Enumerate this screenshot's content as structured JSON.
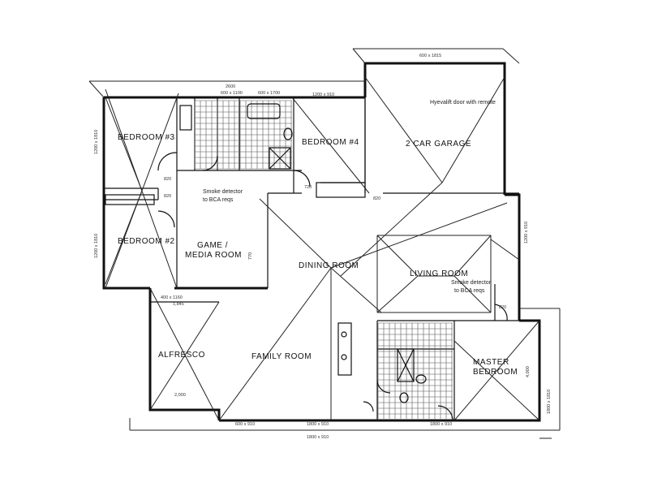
{
  "rooms": {
    "bedroom3": "BEDROOM #3",
    "bedroom4": "BEDROOM #4",
    "garage": "2 CAR GARAGE",
    "garage_note": "Hyevalift door with remote",
    "bedroom2": "BEDROOM #2",
    "game_line1": "GAME /",
    "game_line2": "MEDIA ROOM",
    "smoke1_line1": "Smoke detector",
    "smoke1_line2": "to BCA reqs",
    "dining": "DINING ROOM",
    "living": "LIVING ROOM",
    "smoke2_line1": "Smoke detector",
    "smoke2_line2": "to BCA reqs",
    "alfresco": "ALFRESCO",
    "family": "FAMILY ROOM",
    "master_line1": "MASTER",
    "master_line2": "BEDROOM"
  },
  "dimensions": {
    "top_overall": "2600",
    "top_a": "600 x 1100",
    "top_b": "600 x 1700",
    "top_c": "1200 x 910",
    "garage_top": "600 x 1815",
    "left_a": "1200 x 1810",
    "left_b": "1200 x 1810",
    "alfresco_top": "400 x 1160",
    "alfresco_w": "1,845",
    "alfresco_bottom": "2,000",
    "bottom_a": "600 x 910",
    "bottom_b": "1800 x 910",
    "bottom_c": "1800 x 910",
    "bottom_d": "1800 x 910",
    "right_a": "1200 x 910",
    "right_b": "1800 x 1810",
    "right_c": "4,000",
    "door_820a": "820",
    "door_820b": "820",
    "door_820c": "820",
    "door_720": "720",
    "door_770": "770",
    "door_820d": "820"
  }
}
